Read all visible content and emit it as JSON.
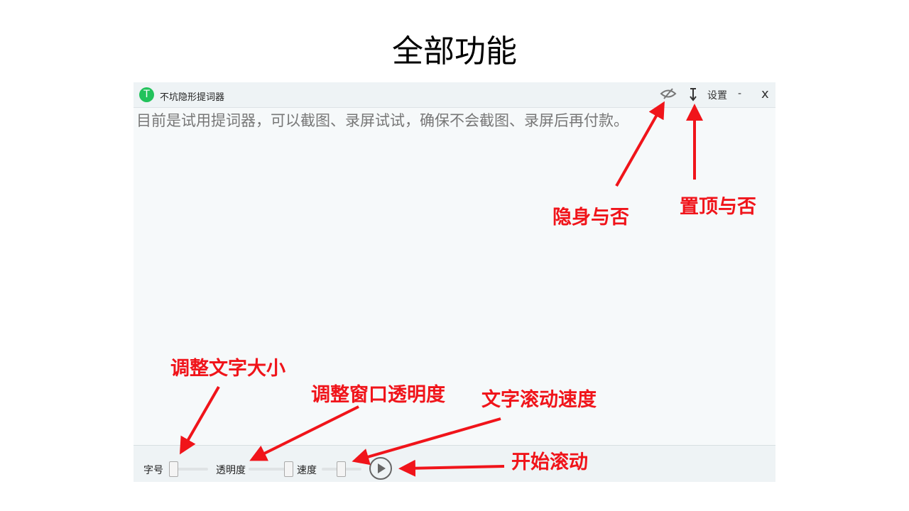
{
  "slide_title": "全部功能",
  "window": {
    "app_title": "不坑隐形提词器",
    "logo_letter": "T",
    "toolbar": {
      "hide_icon": "eye-slash-icon",
      "pin_icon": "pin-top-icon",
      "settings_label": "设置",
      "minimize_label": "-",
      "close_label": "x"
    },
    "content_text": "目前是试用提词器，可以截图、录屏试试，确保不会截图、录屏后再付款。",
    "bottom": {
      "font_size_label": "字号",
      "font_size_value": 0,
      "opacity_label": "透明度",
      "opacity_value": 1.0,
      "speed_label": "速度",
      "speed_value": 0.5,
      "play_icon": "play-icon"
    }
  },
  "annotations": {
    "hide": "隐身与否",
    "pin": "置顶与否",
    "font_size": "调整文字大小",
    "opacity": "调整窗口透明度",
    "speed": "文字滚动速度",
    "play": "开始滚动"
  },
  "colors": {
    "annotation": "#f0141a",
    "logo": "#22c25b"
  }
}
